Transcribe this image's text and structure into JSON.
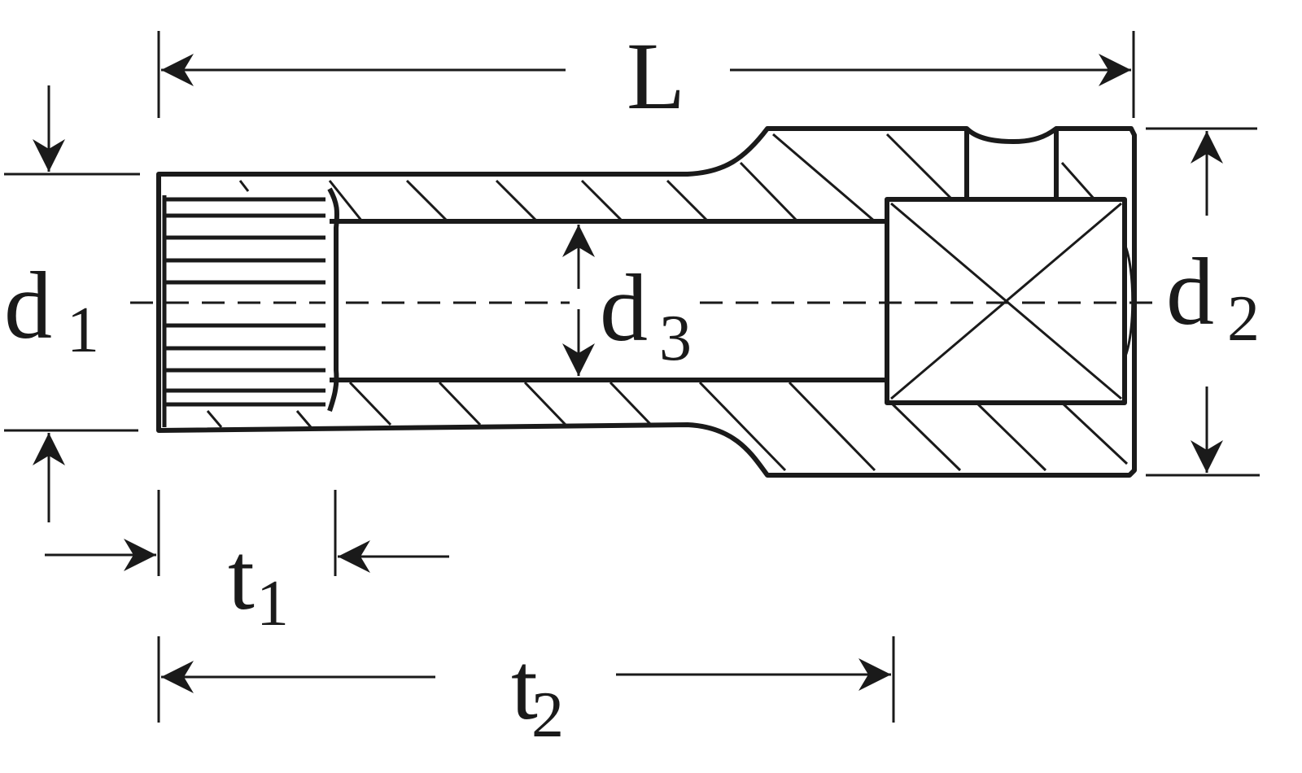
{
  "labels": {
    "L": "L",
    "d1_main": "d",
    "d1_sub": "1",
    "d2_main": "d",
    "d2_sub": "2",
    "d3_main": "d",
    "d3_sub": "3",
    "t1_main": "t",
    "t1_sub": "1",
    "t2_main": "t",
    "t2_sub": "2"
  },
  "colors": {
    "ink": "#1a1a1a",
    "paper": "#ffffff"
  }
}
